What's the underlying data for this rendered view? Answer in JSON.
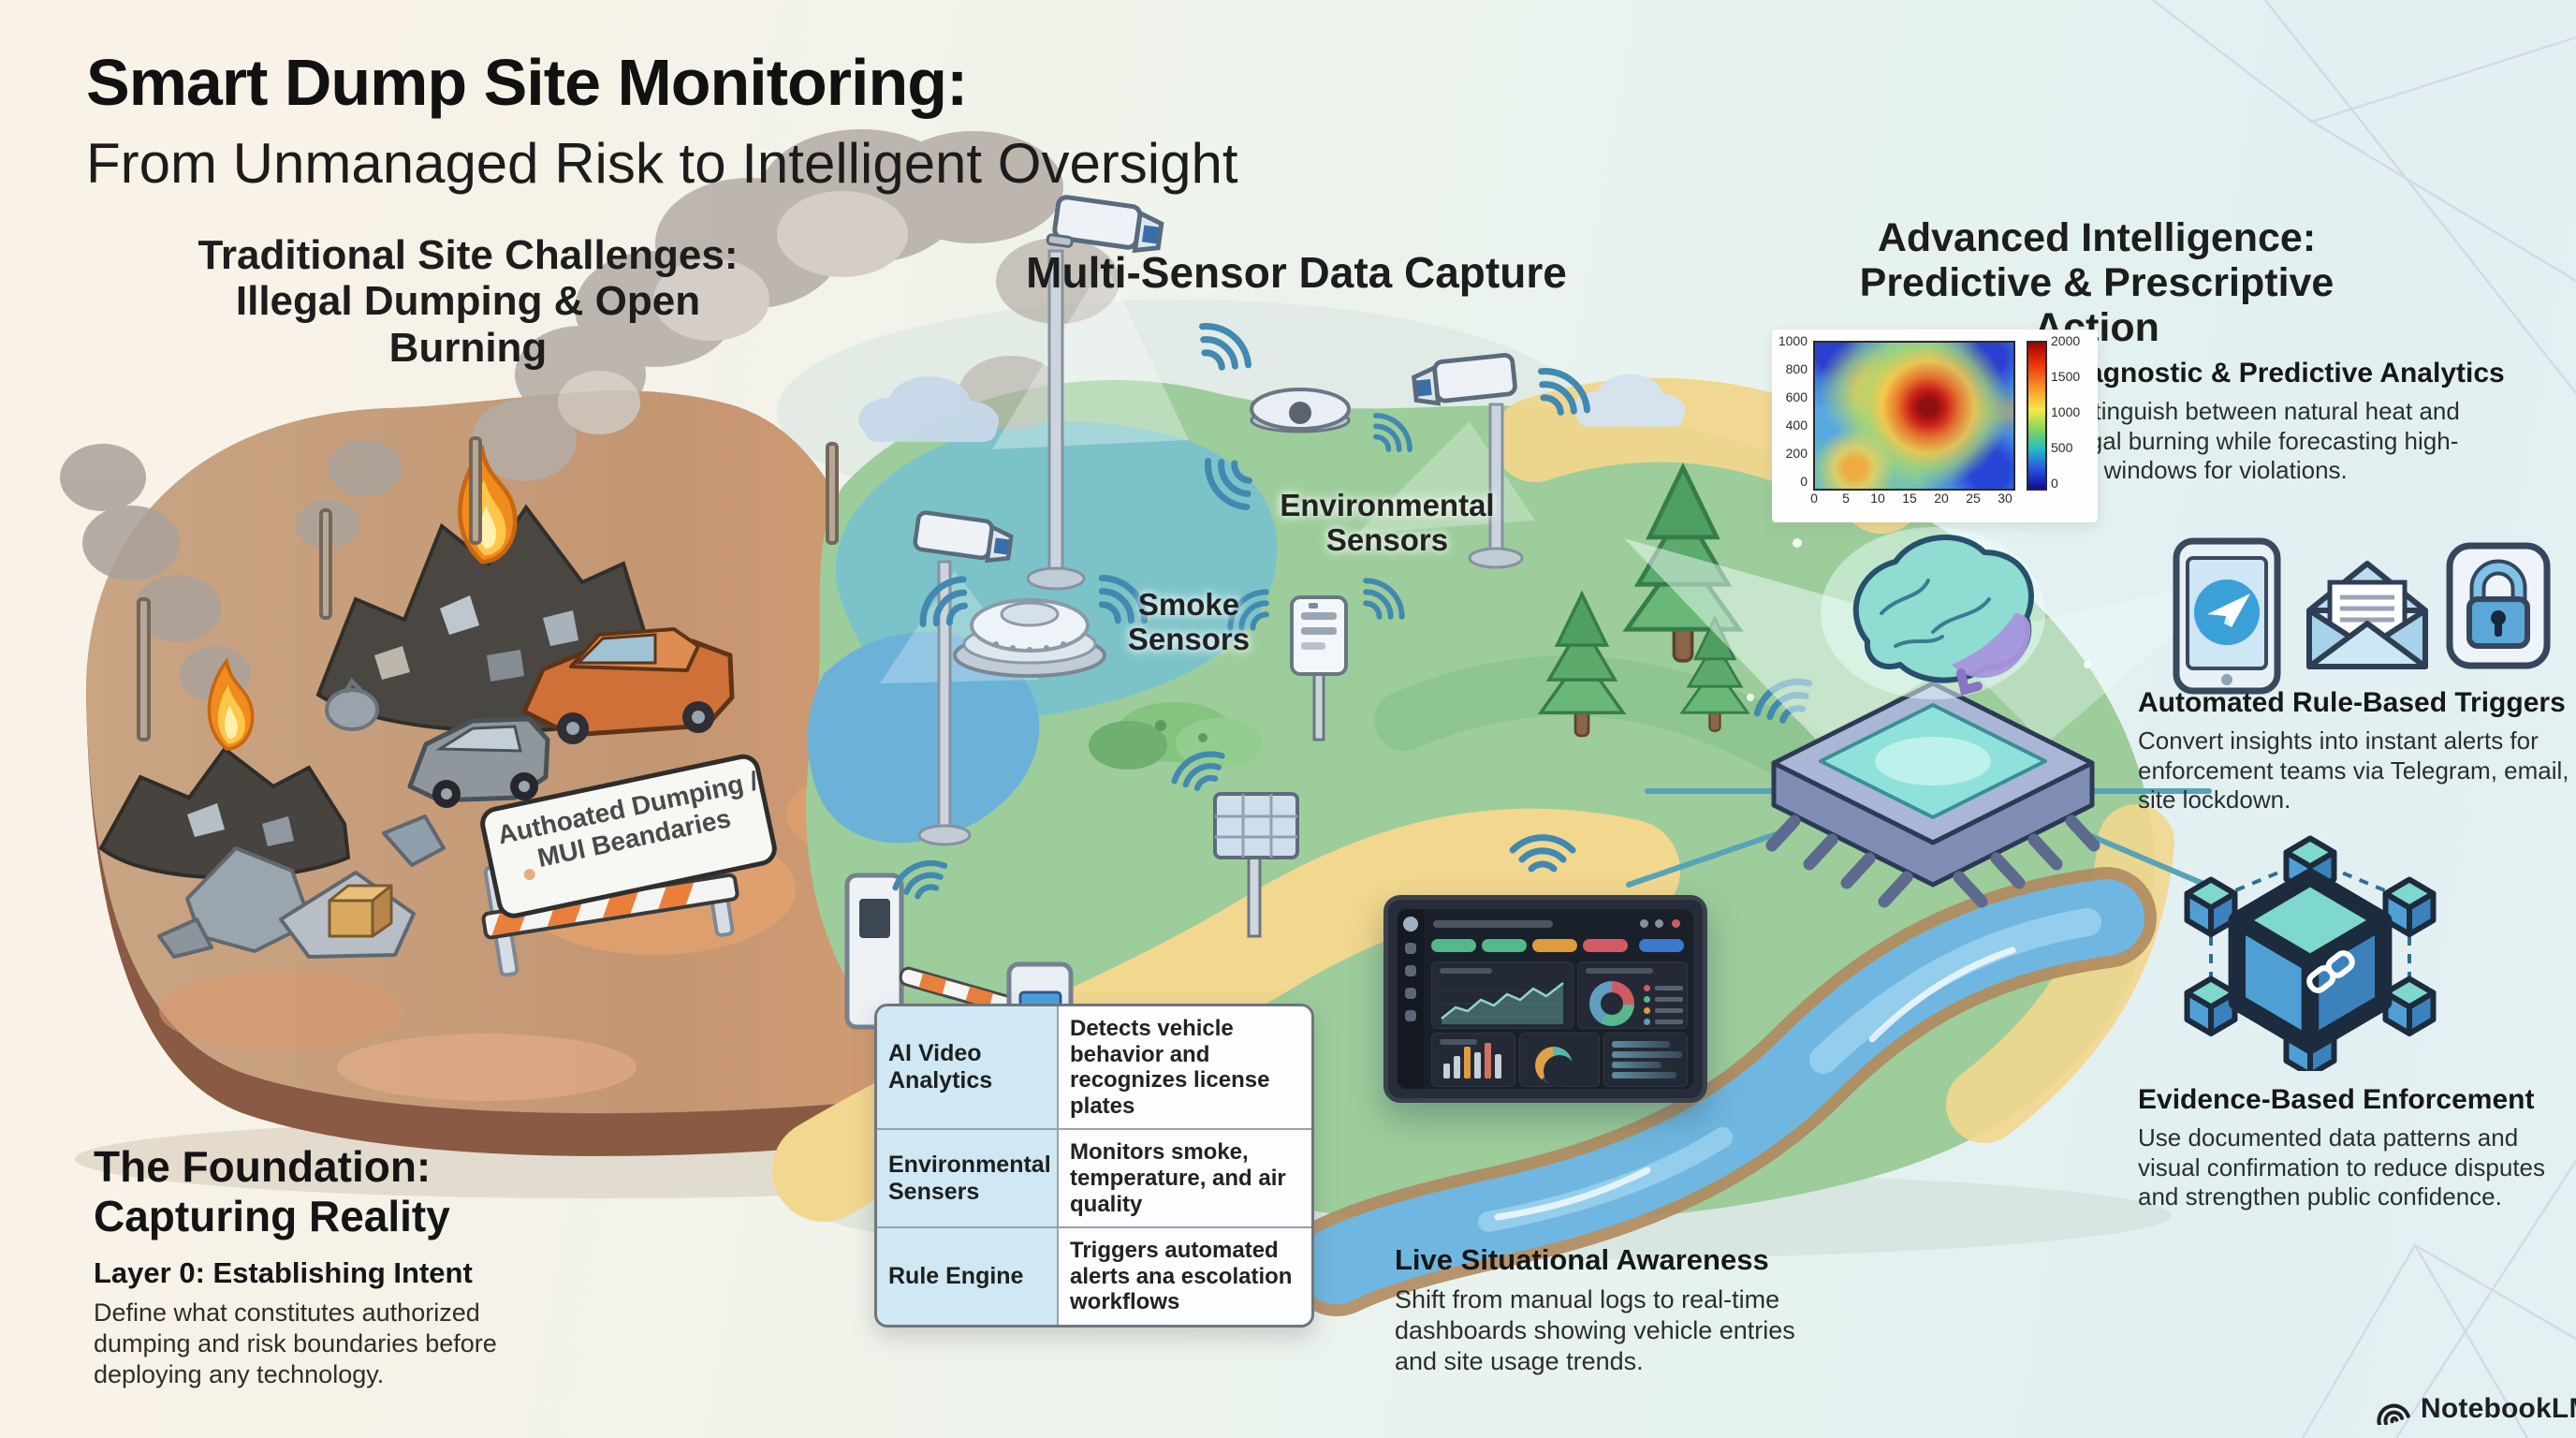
{
  "header": {
    "title": "Smart Dump Site Monitoring:",
    "subtitle": "From Unmanaged Risk to Intelligent Oversight"
  },
  "sections": {
    "traditional": {
      "heading_line1": "Traditional Site Challenges:",
      "heading_line2": "Illegal Dumping & Open Burning"
    },
    "capture": {
      "heading": "Multi-Sensor Data Capture"
    },
    "intelligence": {
      "heading_line1": "Advanced Intelligence:",
      "heading_line2": "Predictive & Prescriptive Action"
    }
  },
  "scene": {
    "smoke_label_line1": "Smoke",
    "smoke_label_line2": "Sensors",
    "env_label_line1": "Environmental",
    "env_label_line2": "Sensors",
    "barrier_sign_line1": "Authoated Dumping /",
    "barrier_sign_line2": "MUl Beandaries"
  },
  "foundation": {
    "heading_line1": "The Foundation:",
    "heading_line2": "Capturing Reality",
    "subheading": "Layer 0: Establishing Intent",
    "body": "Define what constitutes authorized dumping and risk boundaries before deploying any technology."
  },
  "capability_table": {
    "rows": [
      {
        "term": "AI Video Analytics",
        "description": "Detects vehicle behavior and recognizes license plates"
      },
      {
        "term": "Environmental Sensers",
        "description": "Monitors smoke, temperature, and air quality"
      },
      {
        "term": "Rule Engine",
        "description": "Triggers automated alerts ana escolation workflows"
      }
    ]
  },
  "live_awareness": {
    "heading": "Live Situational Awareness",
    "body": "Shift from manual logs to real-time dashboards showing vehicle entries and site usage trends."
  },
  "analytics": {
    "heading": "Diagnostic & Predictive Analytics",
    "body": "Distinguish between natural heat and illegal burning while forecasting high-risk windows for violations."
  },
  "triggers": {
    "heading": "Automated Rule-Based Triggers",
    "body": "Convert insights into instant alerts for enforcement teams via Telegram, email, or site lockdown."
  },
  "enforcement": {
    "heading": "Evidence-Based Enforcement",
    "body": "Use documented data patterns and visual confirmation to reduce disputes and strengthen public confidence."
  },
  "chart_data": {
    "type": "heatmap",
    "title": "",
    "x_ticks": [
      "0",
      "5",
      "10",
      "15",
      "20",
      "25",
      "30"
    ],
    "y_ticks": [
      "1000",
      "800",
      "600",
      "400",
      "200",
      "0"
    ],
    "colorbar_ticks": [
      "2000",
      "1500",
      "1000",
      "500",
      "0"
    ],
    "description": "Thermal anomaly heatmap (jet colormap) with hot spot near center"
  },
  "footer": {
    "brand": "NotebookLM"
  }
}
